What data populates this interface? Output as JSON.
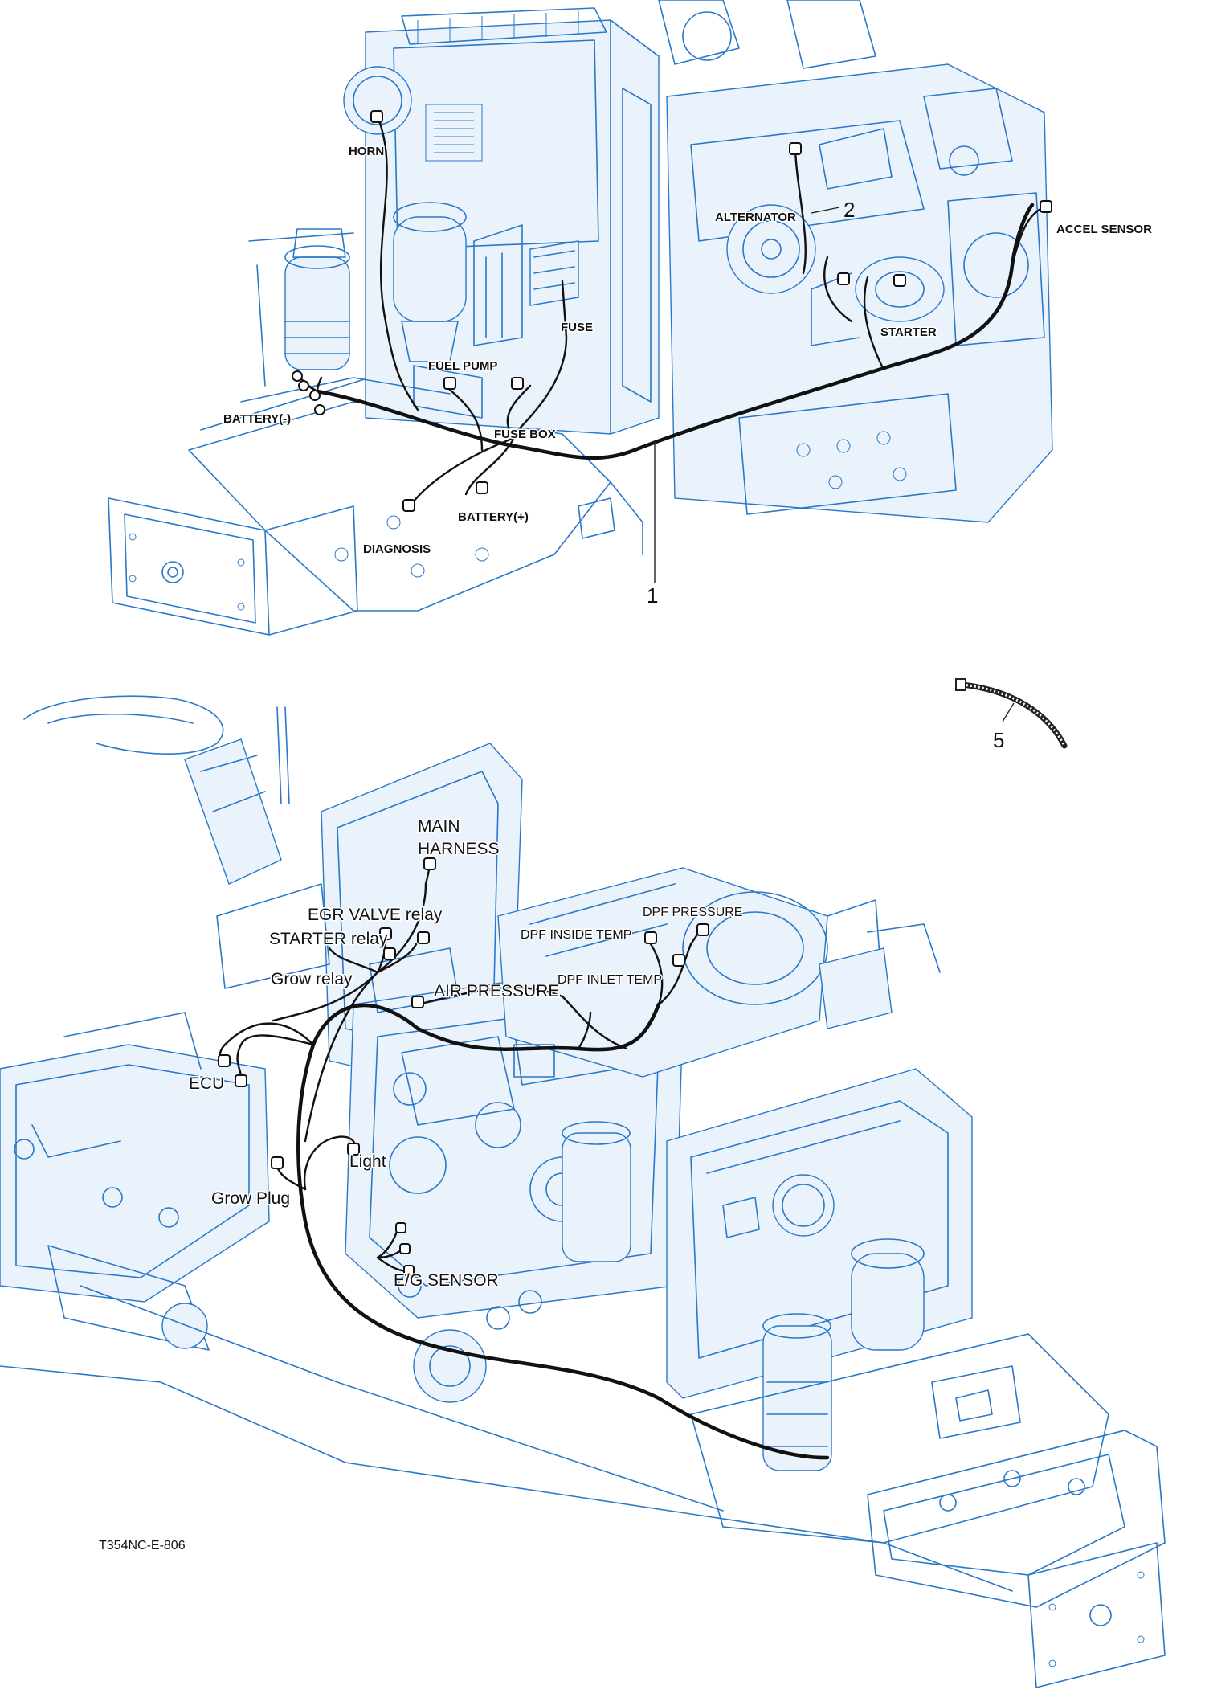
{
  "figure_code": "T354NC-E-806",
  "part_numbers": {
    "main_harness": "1",
    "sub_harness": "2",
    "tie": "5"
  },
  "top_view_labels": {
    "horn": "HORN",
    "alternator": "ALTERNATOR",
    "accel_sensor": "ACCEL SENSOR",
    "fuse": "FUSE",
    "fuel_pump": "FUEL PUMP",
    "starter": "STARTER",
    "battery_neg": "BATTERY(-)",
    "fuse_box": "FUSE BOX",
    "battery_pos": "BATTERY(+)",
    "diagnosis": "DIAGNOSIS"
  },
  "bottom_view_labels": {
    "main_harness_1": "MAIN",
    "main_harness_2": "HARNESS",
    "egr_valve_relay": "EGR VALVE relay",
    "starter_relay": "STARTER relay",
    "grow_relay": "Grow relay",
    "dpf_pressure": "DPF PRESSURE",
    "dpf_inside_temp": "DPF INSIDE TEMP",
    "dpf_inlet_temp": "DPF INLET TEMP",
    "air_pressure": "AIR PRESSURE",
    "ecu": "ECU",
    "light": "Light",
    "grow_plug": "Grow Plug",
    "eg_sensor": "E/G SENSOR"
  },
  "colors": {
    "engine_line": "#2a78c8",
    "harness": "#111111"
  }
}
